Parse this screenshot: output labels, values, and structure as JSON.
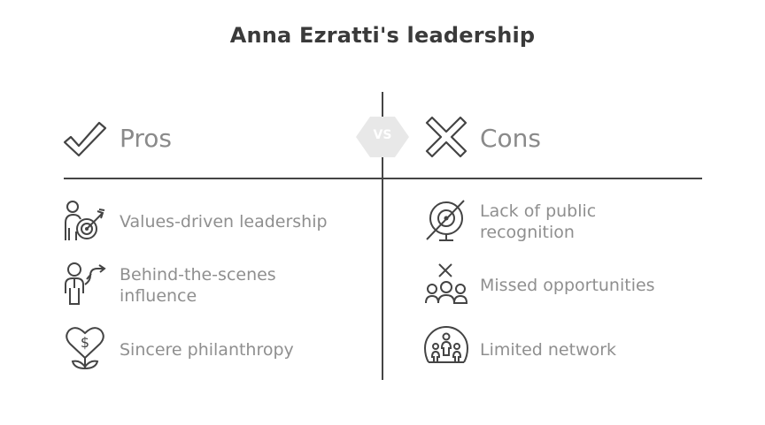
{
  "title": "Anna Ezratti's leadership",
  "vs_label": "VS",
  "colors": {
    "ink": "#444444",
    "text": "#8f8f8f",
    "vs_badge": "#e8e8e8"
  },
  "pros": {
    "label": "Pros",
    "icon": "checkmark-icon",
    "items": [
      {
        "text": "Values-driven leadership",
        "icon": "person-target-icon"
      },
      {
        "text": "Behind-the-scenes influence",
        "icon": "person-path-icon"
      },
      {
        "text": "Sincere philanthropy",
        "icon": "heart-dollar-icon"
      }
    ]
  },
  "cons": {
    "label": "Cons",
    "icon": "cross-icon",
    "items": [
      {
        "text": "Lack of public recognition",
        "icon": "no-satellite-icon"
      },
      {
        "text": "Missed opportunities",
        "icon": "group-x-icon"
      },
      {
        "text": "Limited network",
        "icon": "people-globe-icon"
      }
    ]
  }
}
